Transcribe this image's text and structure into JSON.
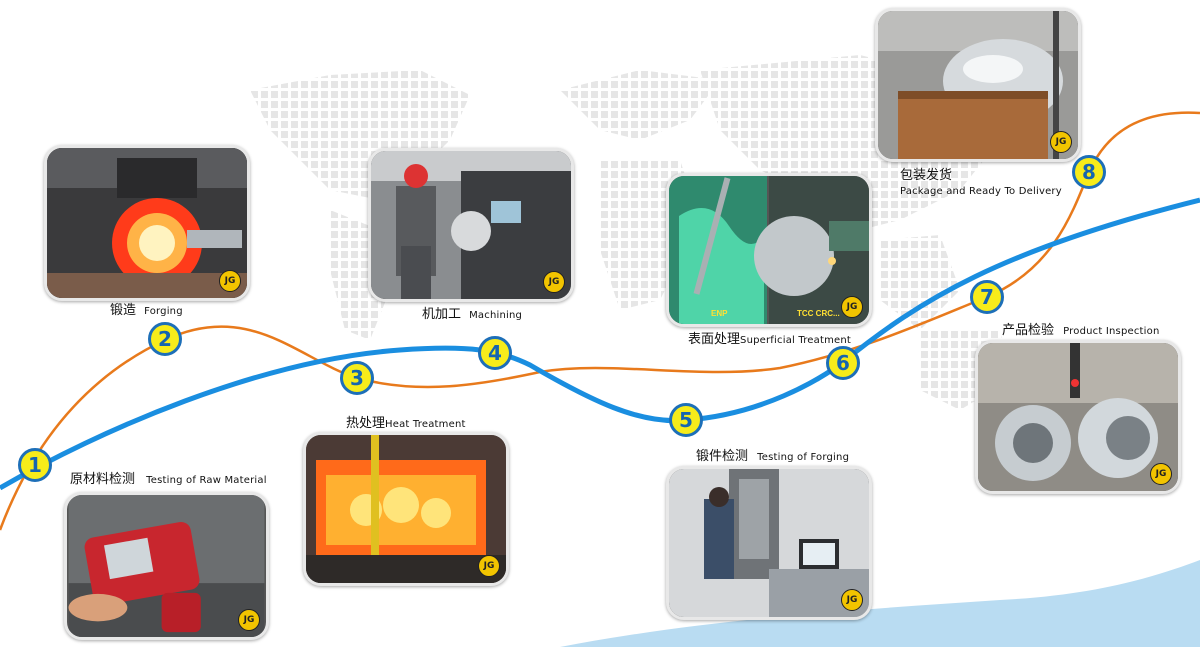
{
  "steps": [
    {
      "number": "1",
      "zh": "原材料检测",
      "en": "Testing of Raw Material"
    },
    {
      "number": "2",
      "zh": "锻造",
      "en": "Forging"
    },
    {
      "number": "3",
      "zh": "热处理",
      "en": "Heat Treatment"
    },
    {
      "number": "4",
      "zh": "机加工",
      "en": "Machining"
    },
    {
      "number": "5",
      "zh": "锻件检测",
      "en": "Testing of Forging"
    },
    {
      "number": "6",
      "zh": "表面处理",
      "en": "Superficial Treatment"
    },
    {
      "number": "7",
      "zh": "产品检验",
      "en": "Product Inspection"
    },
    {
      "number": "8",
      "zh": "包装发货",
      "en": "Package and Ready To Delivery"
    }
  ],
  "surface_labels": [
    "ENP",
    "TCC CRC..."
  ],
  "logo_text": "JG",
  "colors": {
    "blue_curve": "#1a8ee0",
    "orange_curve": "#e87a1c",
    "marker_fill": "#f7ec1a",
    "marker_text": "#1565b0"
  }
}
